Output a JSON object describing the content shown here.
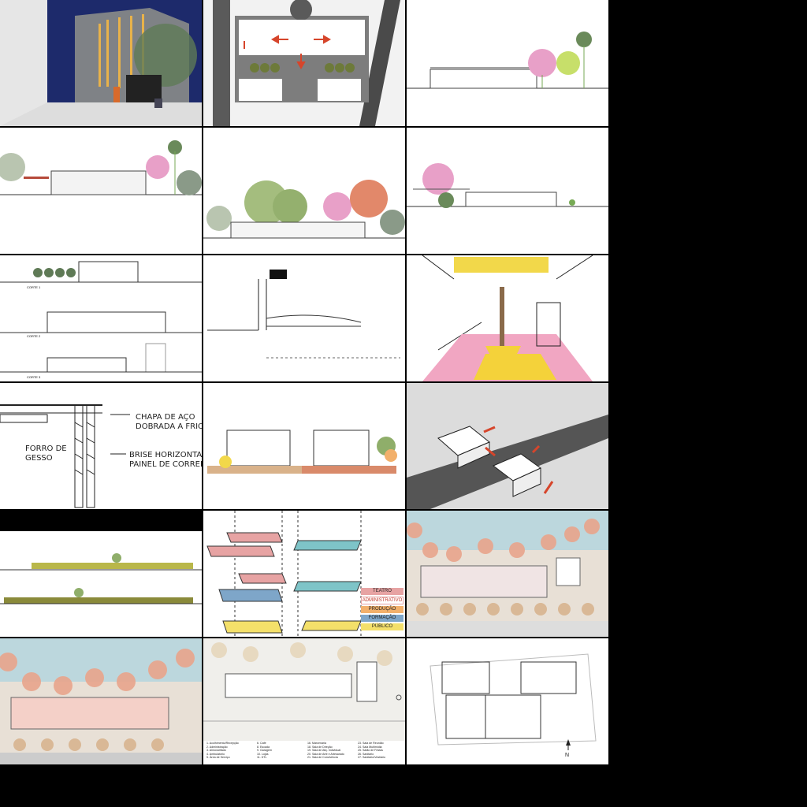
{
  "legend": {
    "items": [
      {
        "label": "TEATRO",
        "color": "#e7a3a3"
      },
      {
        "label": "ADMINISTRATIVO",
        "color": "#ffffff"
      },
      {
        "label": "PRODUÇÃO",
        "color": "#f2b06b"
      },
      {
        "label": "FORMAÇÃO",
        "color": "#7ea6c9"
      },
      {
        "label": "PÚBLICO",
        "color": "#f4e06a"
      }
    ]
  },
  "sections": {
    "corte1": "CORTE 1",
    "corte2": "CORTE 2",
    "corte3": "CORTE 3"
  },
  "detail_notes": {
    "chapa": "CHAPA DE AÇO",
    "dobrada": "DOBRADA A FRIO",
    "forro1": "FORRO DE",
    "forro2": "GESSO",
    "brise1": "BRISE HORIZONTAL",
    "brise2": "PAINEL DE CORRER"
  },
  "north": "N",
  "plan_legend": [
    "1. Acolhimento/Recepção",
    "2. Administração",
    "3. Almoxarifado",
    "4. Ambulatório",
    "5. Área de Serviço",
    "6. Café",
    "8. Escada",
    "9. Garagem",
    "10. Lojas",
    "11. DTL",
    "16. Marcenaria",
    "18. Sala de Direção",
    "19. Sala de Atiç. Individual",
    "20. Sala de Arte e Artesanato",
    "21. Sala de Convivência",
    "23. Sala de Reunião",
    "24. Sala Multimídia",
    "25. Salão de Festas",
    "26. Sanitário",
    "27. Sanitário/Vestiário"
  ],
  "colors": {
    "sky": "#1d2a6b",
    "building": "#7f8286",
    "accent": "#e8b24a",
    "arrow": "#d6452b",
    "tree": "#8fae6a",
    "pink": "#e8a0c8",
    "water": "#bcd7dd"
  }
}
